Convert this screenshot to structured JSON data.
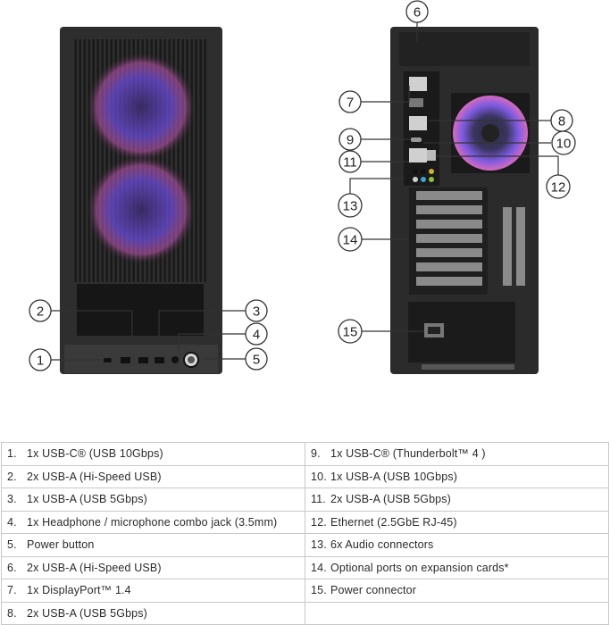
{
  "callouts": [
    "1",
    "2",
    "3",
    "4",
    "5",
    "6",
    "7",
    "8",
    "9",
    "10",
    "11",
    "12",
    "13",
    "14",
    "15"
  ],
  "ports_left": [
    {
      "num": "1.",
      "text": "1x USB-C® (USB 10Gbps)"
    },
    {
      "num": "2.",
      "text": "2x USB-A (Hi-Speed USB)"
    },
    {
      "num": "3.",
      "text": "1x USB-A (USB 5Gbps)"
    },
    {
      "num": "4.",
      "text": "1x Headphone / microphone combo jack (3.5mm)"
    },
    {
      "num": "5.",
      "text": "Power button"
    },
    {
      "num": "6.",
      "text": "2x USB-A (Hi-Speed USB)"
    },
    {
      "num": "7.",
      "text": "1x DisplayPort™ 1.4"
    },
    {
      "num": "8.",
      "text": "2x USB-A (USB 5Gbps)"
    }
  ],
  "ports_right": [
    {
      "num": "9.",
      "text": "1x USB-C® (Thunderbolt™ 4 )"
    },
    {
      "num": "10.",
      "text": "1x USB-A (USB 10Gbps)"
    },
    {
      "num": "11.",
      "text": "2x USB-A (USB 5Gbps)"
    },
    {
      "num": "12.",
      "text": "Ethernet (2.5GbE RJ-45)"
    },
    {
      "num": "13.",
      "text": "6x Audio connectors"
    },
    {
      "num": "14.",
      "text": "Optional ports on expansion cards*"
    },
    {
      "num": "15.",
      "text": "Power connector"
    },
    {
      "num": "",
      "text": ""
    }
  ],
  "colors": {
    "case": "#2b2b2b",
    "fan_glow": "#6a4bd6",
    "fan_pink": "#c85ab8",
    "callout_line": "#333333"
  }
}
